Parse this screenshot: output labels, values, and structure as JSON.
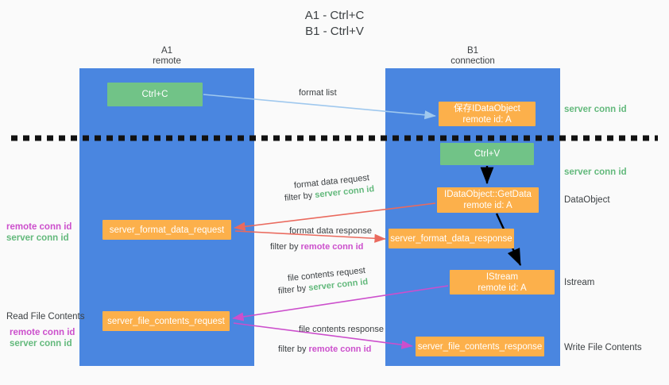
{
  "title": {
    "line1": "A1 - Ctrl+C",
    "line2": "B1 - Ctrl+V"
  },
  "lanes": [
    {
      "name": "A1",
      "sub": "remote"
    },
    {
      "name": "B1",
      "sub": "connection"
    }
  ],
  "nodes": {
    "ctrl_c": {
      "label": "Ctrl+C"
    },
    "save_idataobject": {
      "line1": "保存IDataObject",
      "line2": "remote id: A"
    },
    "ctrl_v": {
      "label": "Ctrl+V"
    },
    "getdata": {
      "line1": "IDataObject::GetData",
      "line2": "remote id: A"
    },
    "server_format_data_request": {
      "label": "server_format_data_request"
    },
    "server_format_data_response": {
      "label": "server_format_data_response"
    },
    "istream": {
      "line1": "IStream",
      "line2": "remote id: A"
    },
    "server_file_contents_request": {
      "label": "server_file_contents_request"
    },
    "server_file_contents_response": {
      "label": "server_file_contents_response"
    }
  },
  "arrow_labels": {
    "format_list": "format list",
    "format_data_request": "format data request",
    "format_data_request_filter_prefix": "filter by ",
    "format_data_request_filter_value": "server conn id",
    "format_data_response": "format data response",
    "format_data_response_filter_prefix": "filter by ",
    "format_data_response_filter_value": "remote conn id",
    "file_contents_request": "file contents request",
    "file_contents_request_filter_prefix": "filter by ",
    "file_contents_request_filter_value": "server conn id",
    "file_contents_response": "file contents response",
    "file_contents_response_filter_prefix": "filter by ",
    "file_contents_response_filter_value": "remote conn id"
  },
  "side_labels": {
    "server_conn_id_top": "server conn id",
    "server_conn_id_mid": "server conn id",
    "dataobject": "DataObject",
    "istream": "Istream",
    "write_file_contents": "Write File Contents"
  },
  "left_labels": {
    "remote_conn_id_1": "remote conn id",
    "server_conn_id_1": "server conn id",
    "read_file_contents": "Read File Contents",
    "remote_conn_id_2": "remote conn id",
    "server_conn_id_2": "server conn id"
  },
  "colors": {
    "lane": "#4a86e0",
    "green_node": "#71c387",
    "orange_node": "#fcb04b",
    "green_text": "#63b97c",
    "purple_text": "#cc4fcc",
    "red_arrow": "#ea6a5e",
    "magenta_arrow": "#cc4fcc",
    "light_blue_arrow": "#9fc8ee",
    "black_arrow": "#000000",
    "background": "#fafafa"
  }
}
